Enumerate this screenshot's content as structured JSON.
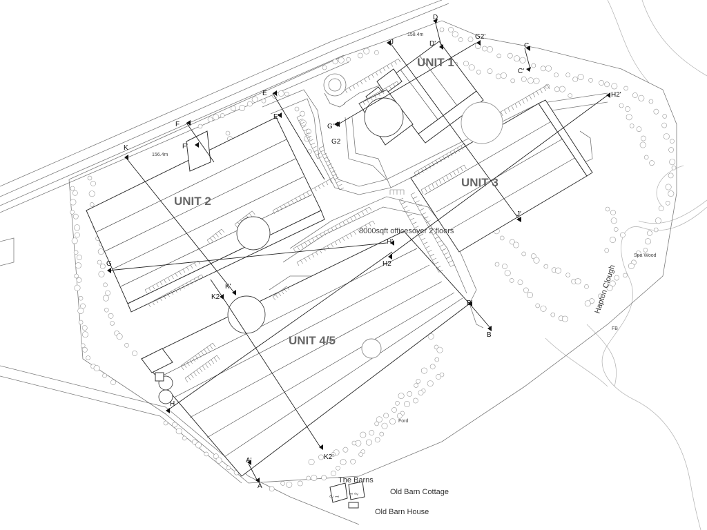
{
  "units": [
    {
      "label": "UNIT 1"
    },
    {
      "label": "UNIT  2"
    },
    {
      "label": "UNIT 3"
    },
    {
      "label": "UNIT 4/5"
    }
  ],
  "annotations": {
    "offices_note": "8000sqft officesover 2 floors",
    "level_1": "158.4m",
    "level_2": "156.4m"
  },
  "places": {
    "spa_wood": "Spa Wood",
    "hapton_clough": "Hapton Clough",
    "ford": "Ford",
    "the_barns": "The Barns",
    "old_barn_cottage": "Old Barn Cottage",
    "old_barn_house": "Old Barn House",
    "fb": "FB",
    "plot_a": "2",
    "plot_b": "1",
    "plot_c": "1",
    "plot_d": "2"
  },
  "sections": {
    "D": "D",
    "D_prime": "D'",
    "C": "C",
    "C_prime": "C'",
    "J": "J",
    "J_prime": "J'",
    "G2_prime": "G2'",
    "G2": "G2",
    "G_prime": "G'",
    "G": "G",
    "E": "E",
    "E_prime": "E'",
    "F": "F",
    "F_prime": "F'",
    "K": "K",
    "K_prime": "K'",
    "K2": "K2",
    "K2_prime": "K2'",
    "H2_prime": "H2'",
    "H2": "H2",
    "H_prime": "H'",
    "H": "H",
    "B_prime": "B'",
    "B": "B",
    "A_prime": "A'",
    "A": "A"
  }
}
